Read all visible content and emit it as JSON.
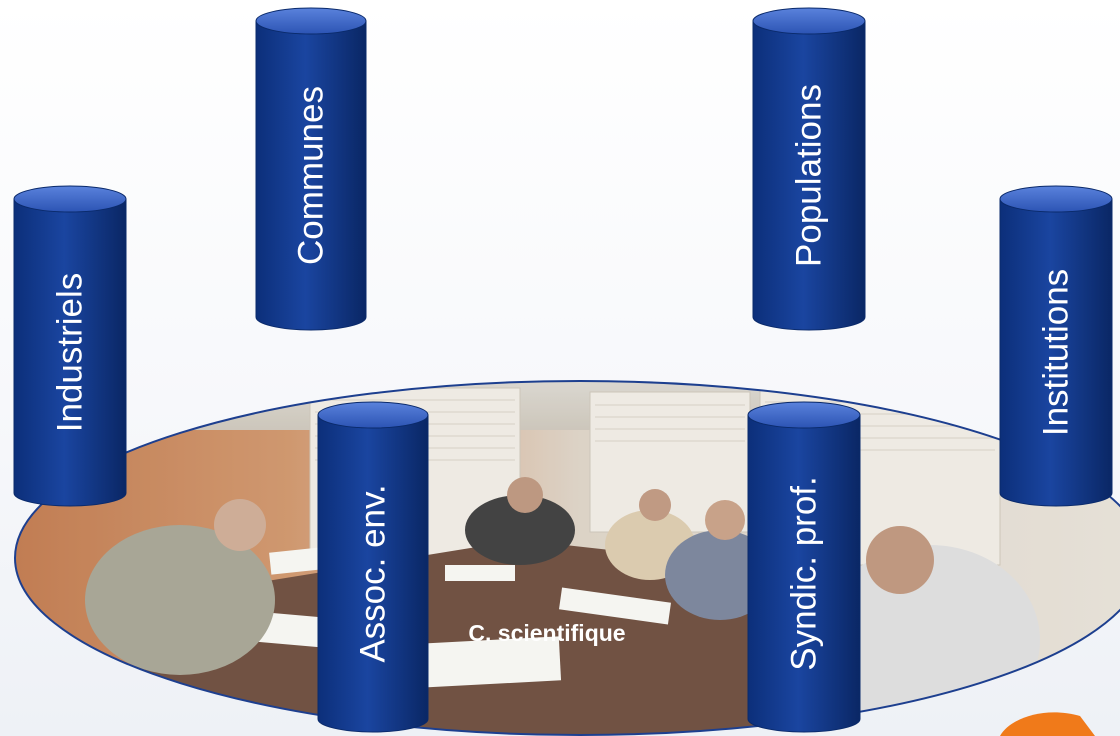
{
  "diagram": {
    "center_label": "C. scientifique",
    "stakeholders": [
      {
        "id": "industriels",
        "label": "Industriels"
      },
      {
        "id": "communes",
        "label": "Communes"
      },
      {
        "id": "populations",
        "label": "Populations"
      },
      {
        "id": "institutions",
        "label": "Institutions"
      },
      {
        "id": "assoc-env",
        "label": "Assoc. env."
      },
      {
        "id": "syndic-prof",
        "label": "Syndic. prof."
      }
    ]
  },
  "colors": {
    "cylinder_body": "#10378a",
    "cylinder_top": "#3a63c7",
    "cylinder_edge": "#0a2a6b",
    "label_text": "#ffffff",
    "ellipse_border": "#1d3f8f",
    "accent_orange": "#f07a1a"
  }
}
